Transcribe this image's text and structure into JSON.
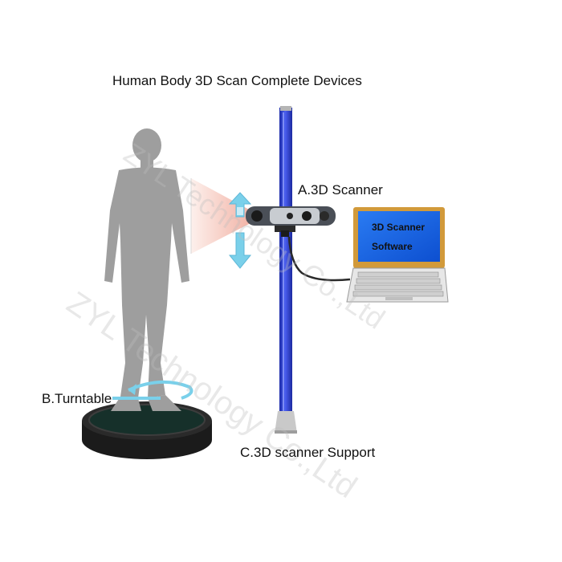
{
  "title": "Human  Body 3D Scan Complete Devices",
  "labels": {
    "scanner": "A.3D Scanner",
    "turntable": "B.Turntable",
    "support": "C.3D scanner Support"
  },
  "laptop_screen": {
    "line1": "3D Scanner",
    "line2": "Software"
  },
  "watermark": {
    "line1": "ZYL Technology Co.,Ltd",
    "line2": "ZYL Technology Co.,Ltd"
  },
  "colors": {
    "pole": "#2f3fd0",
    "screen": "#1560e0",
    "laptop_frame": "#d29a3a",
    "arrow": "#7ad0ea",
    "silhouette": "#9e9e9e"
  }
}
